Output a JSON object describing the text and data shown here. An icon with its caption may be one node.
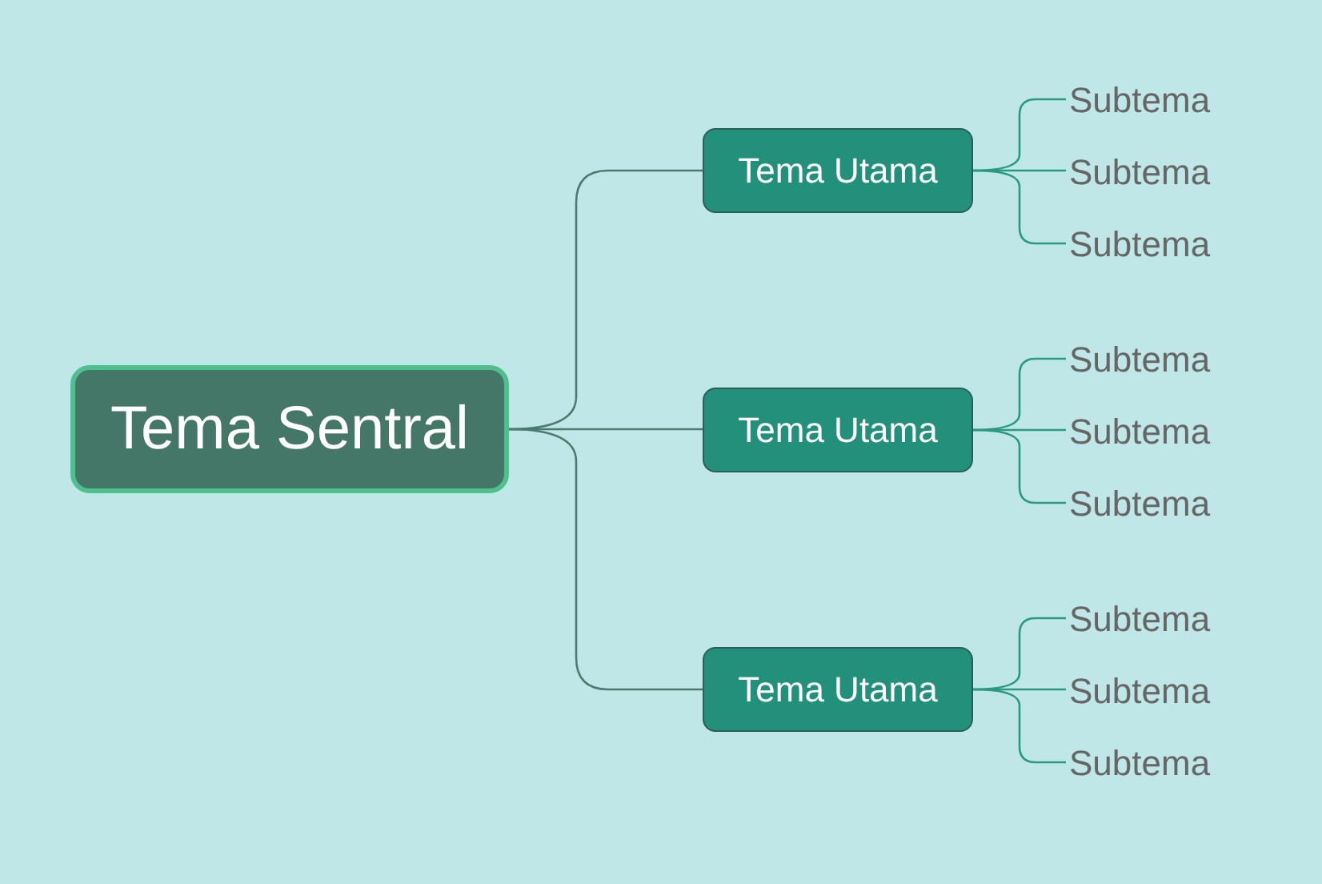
{
  "diagram": {
    "nodes": [
      {
        "text": [
          "Tema Sentral"
        ]
      },
      {
        "text": [
          "Tema Utama"
        ]
      },
      {
        "text": [
          "Tema Utama"
        ]
      },
      {
        "text": [
          "Tema Utama"
        ]
      },
      {
        "text": [
          "Subtema"
        ]
      },
      {
        "text": [
          "Subtema"
        ]
      },
      {
        "text": [
          "Subtema"
        ]
      },
      {
        "text": [
          "Subtema"
        ]
      },
      {
        "text": [
          "Subtema"
        ]
      },
      {
        "text": [
          "Subtema"
        ]
      },
      {
        "text": [
          "Subtema"
        ]
      },
      {
        "text": [
          "Subtema"
        ]
      },
      {
        "text": [
          "Subtema"
        ]
      }
    ],
    "edges": [
      {
        "from": 0,
        "to": 1,
        "arrow": "none",
        "color": "#4a7a70"
      },
      {
        "from": 0,
        "to": 2,
        "arrow": "none",
        "color": "#4a7a70"
      },
      {
        "from": 0,
        "to": 3,
        "arrow": "none",
        "color": "#4a7a70"
      },
      {
        "from": 1,
        "to": 4,
        "arrow": "none"
      },
      {
        "from": 1,
        "to": 5,
        "arrow": "none"
      },
      {
        "from": 1,
        "to": 6,
        "arrow": "none"
      },
      {
        "from": 2,
        "to": 7,
        "arrow": "none"
      },
      {
        "from": 2,
        "to": 8,
        "arrow": "none"
      },
      {
        "from": 2,
        "to": 9,
        "arrow": "none"
      },
      {
        "from": 3,
        "to": 10,
        "arrow": "none"
      },
      {
        "from": 3,
        "to": 11,
        "arrow": "none"
      },
      {
        "from": 3,
        "to": 12,
        "arrow": "none"
      }
    ]
  }
}
